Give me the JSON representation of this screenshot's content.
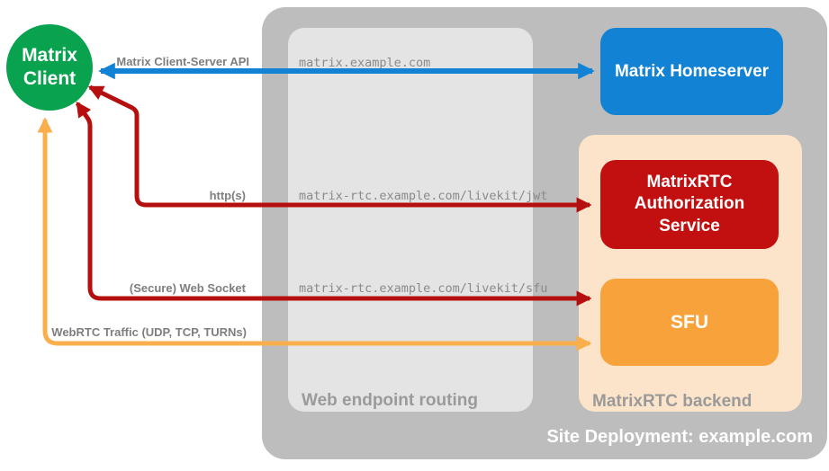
{
  "colors": {
    "client_green": "#09a24e",
    "homeserver_blue": "#1182d4",
    "auth_red": "#c21010",
    "sfu_orange": "#f8a23b",
    "outer_gray": "#bdbdbd",
    "inner_gray": "#e4e4e4",
    "backend_peach": "#fbe4c9"
  },
  "client": {
    "label": "Matrix Client"
  },
  "deployment": {
    "label": "Site Deployment: example.com"
  },
  "routing": {
    "label": "Web endpoint routing",
    "endpoints": [
      "matrix.example.com",
      "matrix-rtc.example.com/livekit/jwt",
      "matrix-rtc.example.com/livekit/sfu"
    ]
  },
  "backend": {
    "label": "MatrixRTC backend"
  },
  "nodes": {
    "homeserver": {
      "label": "Matrix Homeserver"
    },
    "auth_service": {
      "label": "MatrixRTC Authorization Service"
    },
    "sfu": {
      "label": "SFU"
    }
  },
  "arrows": {
    "client_server_api": {
      "label": "Matrix Client-Server API",
      "color": "#1182d4"
    },
    "https": {
      "label": "http(s)",
      "color": "#b5100f"
    },
    "web_socket": {
      "label": "(Secure) Web Socket",
      "color": "#b5100f"
    },
    "webrtc": {
      "label": "WebRTC Traffic (UDP, TCP, TURNs)",
      "color": "#fbaf4c"
    }
  }
}
